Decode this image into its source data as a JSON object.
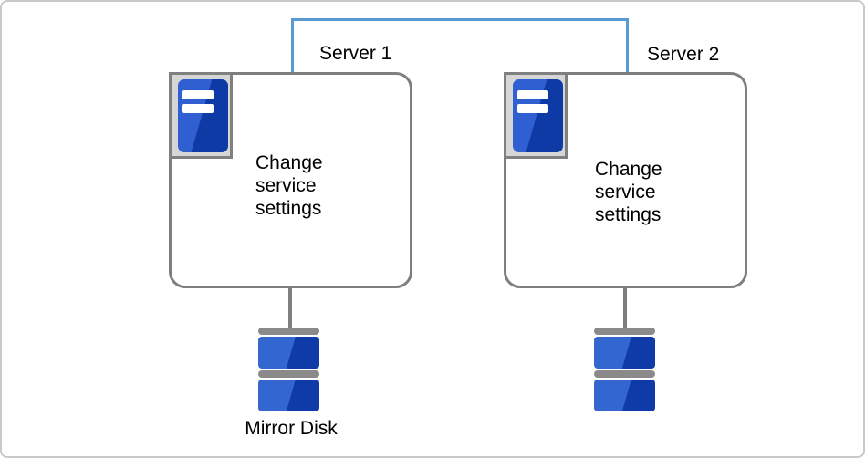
{
  "servers": [
    {
      "label": "Server 1",
      "body": "Change service settings"
    },
    {
      "label": "Server 2",
      "body": "Change service settings"
    }
  ],
  "disks": [
    {
      "label": "Mirror Disk"
    },
    {
      "label": ""
    }
  ],
  "icons": {
    "server_tower": "server-tower-icon",
    "disk_stack": "disk-stack-icon"
  },
  "colors": {
    "interconnect_blue": "#5B9BD5",
    "shape_border_gray": "#7F7F7F",
    "icon_frame_gray": "#808080",
    "icon_bg_gray": "#D6D6D6",
    "blue_light": "#2F5FD0",
    "blue_dark": "#0E3AA6",
    "disk_blue_light": "#3366CF",
    "disk_blue_dark": "#0F3BA8",
    "disk_cap_gray": "#8A8A8A",
    "canvas_border": "#C9C9C9",
    "text": "#000000"
  }
}
